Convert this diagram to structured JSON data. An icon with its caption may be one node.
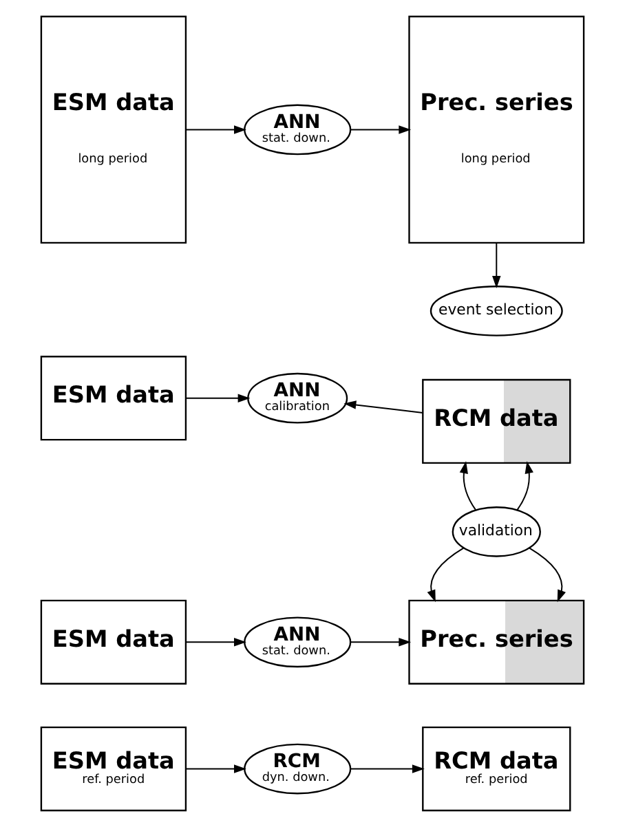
{
  "diagram": {
    "nodes": [
      {
        "text": [
          "ESM data",
          "ref. period"
        ]
      },
      {
        "text": [
          "RCM",
          "dyn. down."
        ]
      },
      {
        "text": [
          "RCM data",
          "ref. period"
        ]
      },
      {
        "text": [
          "ESM data"
        ]
      },
      {
        "text": [
          "ANN",
          "calibration"
        ]
      },
      {
        "text": [
          "RCM data"
        ]
      },
      {
        "text": [
          "validation"
        ]
      },
      {
        "text": [
          "ESM data"
        ]
      },
      {
        "text": [
          "ANN",
          "stat. down."
        ]
      },
      {
        "text": [
          "Prec. series"
        ]
      },
      {
        "text": [
          "ESM data",
          "long period"
        ]
      },
      {
        "text": [
          "ANN",
          "stat. down."
        ]
      },
      {
        "text": [
          "Prec. series",
          "long period"
        ]
      },
      {
        "text": [
          "event selection"
        ]
      }
    ],
    "edges": [
      {
        "from": 0,
        "to": 1,
        "arrow": "to"
      },
      {
        "from": 1,
        "to": 2,
        "arrow": "to"
      },
      {
        "from": 3,
        "to": 4,
        "arrow": "to"
      },
      {
        "from": 5,
        "to": 4,
        "arrow": "to"
      },
      {
        "from": 6,
        "to": 5,
        "arrow": "to"
      },
      {
        "from": 6,
        "to": 5,
        "arrow": "to"
      },
      {
        "from": 6,
        "to": 9,
        "arrow": "to"
      },
      {
        "from": 6,
        "to": 9,
        "arrow": "to"
      },
      {
        "from": 7,
        "to": 8,
        "arrow": "to"
      },
      {
        "from": 8,
        "to": 9,
        "arrow": "to"
      },
      {
        "from": 10,
        "to": 11,
        "arrow": "to"
      },
      {
        "from": 11,
        "to": 12,
        "arrow": "to"
      },
      {
        "from": 12,
        "to": 13,
        "arrow": "to"
      }
    ]
  }
}
